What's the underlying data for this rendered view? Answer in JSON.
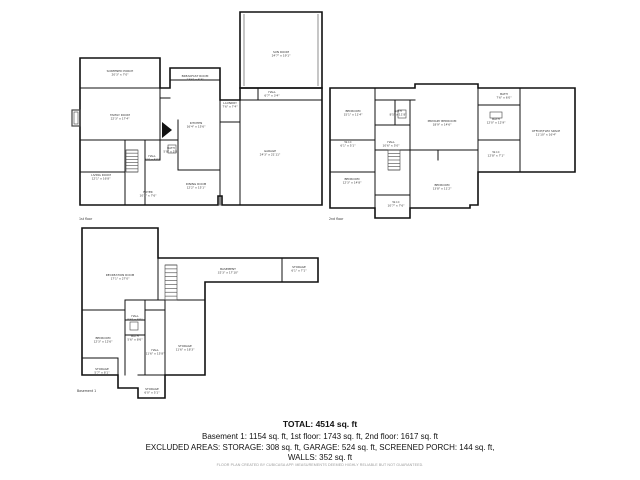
{
  "floors": {
    "first": {
      "label": "1st floor",
      "rooms": [
        {
          "key": "screened-porch",
          "name": "SCREENED PORCH",
          "dims": "20'3\" x 7'0\""
        },
        {
          "key": "family-room",
          "name": "FAMILY ROOM",
          "dims": "22'3\" x 17'4\""
        },
        {
          "key": "living-room",
          "name": "LIVING ROOM",
          "dims": "12'1\" x 16'8\""
        },
        {
          "key": "breakfast-room",
          "name": "BREAKFAST ROOM",
          "dims": "13'6\" x 6'3\""
        },
        {
          "key": "kitchen",
          "name": "KITCHEN",
          "dims": "16'4\" x 15'6\""
        },
        {
          "key": "bath",
          "name": "BATH",
          "dims": "5'8\" x 5'0\""
        },
        {
          "key": "hall",
          "name": "HALL",
          "dims": "8'0\" x 5'0\""
        },
        {
          "key": "dining-room",
          "name": "DINING ROOM",
          "dims": "12'2\" x 15'1\""
        },
        {
          "key": "foyer",
          "name": "FOYER",
          "dims": "10'3\" x 7'6\""
        },
        {
          "key": "laundry",
          "name": "LAUNDRY",
          "dims": "7'6\" x 7'4\""
        },
        {
          "key": "hall-2",
          "name": "HALL",
          "dims": "6'7\" x 3'4\""
        },
        {
          "key": "sun-room",
          "name": "SUN ROOM",
          "dims": "24'7\" x 19'1\""
        },
        {
          "key": "garage",
          "name": "GARAGE",
          "dims": "24'3\" x 21'11\""
        }
      ]
    },
    "second": {
      "label": "2nd floor",
      "rooms": [
        {
          "key": "bedroom-1",
          "name": "BEDROOM",
          "dims": "15'1\" x 11'4\""
        },
        {
          "key": "wic-1",
          "name": "W.I.C",
          "dims": "6'1\" x 5'1\""
        },
        {
          "key": "bath-1",
          "name": "BATH",
          "dims": "8'5\" x 11'8\""
        },
        {
          "key": "hall",
          "name": "HALL",
          "dims": "10'6\" x 5'0\""
        },
        {
          "key": "primary-bedroom",
          "name": "PRIMARY BEDROOM",
          "dims": "18'9\" x 14'6\""
        },
        {
          "key": "bath-2",
          "name": "BATH",
          "dims": "7'6\" x 6'0\""
        },
        {
          "key": "bath-3",
          "name": "BATH",
          "dims": "12'0\" x 12'9\""
        },
        {
          "key": "wic-2",
          "name": "W.I.C",
          "dims": "12'8\" x 7'1\""
        },
        {
          "key": "office",
          "name": "OFFICE/FLEX SPACE",
          "dims": "11'10\" x 16'4\""
        },
        {
          "key": "bedroom-2",
          "name": "BEDROOM",
          "dims": "12'3\" x 14'8\""
        },
        {
          "key": "bedroom-3",
          "name": "BEDROOM",
          "dims": "13'8\" x 11'2\""
        },
        {
          "key": "wic-3",
          "name": "W.I.C",
          "dims": "10'7\" x 7'6\""
        }
      ]
    },
    "basement": {
      "label": "Basement 1",
      "rooms": [
        {
          "key": "recreation-room",
          "name": "RECREATION ROOM",
          "dims": "17'1\" x 27'0\""
        },
        {
          "key": "basement",
          "name": "BASEMENT",
          "dims": "32'3\" x 17'10\""
        },
        {
          "key": "storage-1",
          "name": "STORAGE",
          "dims": "6'1\" x 7'1\""
        },
        {
          "key": "bedroom",
          "name": "BEDROOM",
          "dims": "12'3\" x 12'6\""
        },
        {
          "key": "hall-1",
          "name": "HALL",
          "dims": "5'6\" x 3'0\""
        },
        {
          "key": "bath",
          "name": "BATH",
          "dims": "5'6\" x 8'6\""
        },
        {
          "key": "hall-2",
          "name": "HALL",
          "dims": "11'6\" x 15'8\""
        },
        {
          "key": "storage-2",
          "name": "STORAGE",
          "dims": "11'6\" x 18'3\""
        },
        {
          "key": "storage-3",
          "name": "STORAGE",
          "dims": "5'7\" x 8'1\""
        },
        {
          "key": "storage-4",
          "name": "STORAGE",
          "dims": "6'0\" x 5'1\""
        }
      ]
    }
  },
  "summary": {
    "total": "TOTAL: 4514 sq. ft",
    "line1": "Basement 1: 1154 sq. ft, 1st floor: 1743 sq. ft, 2nd floor: 1617 sq. ft",
    "line2": "EXCLUDED AREAS: STORAGE: 308 sq. ft, GARAGE: 524 sq. ft, SCREENED PORCH: 144 sq. ft,",
    "line3": "WALLS: 352 sq. ft"
  },
  "footer": "FLOOR PLAN CREATED BY CUBICASA APP. MEASUREMENTS DEEMED HIGHLY RELIABLE BUT NOT GUARANTEED."
}
